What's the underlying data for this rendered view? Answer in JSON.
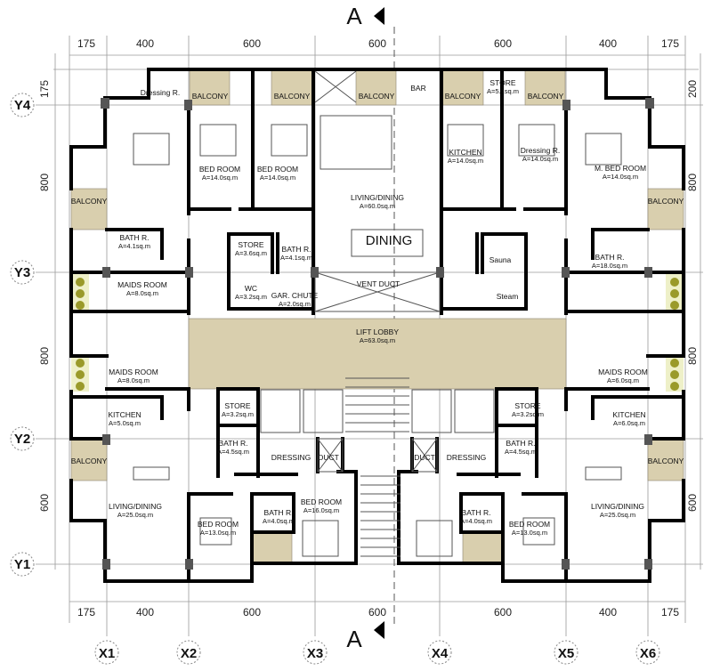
{
  "section_mark": "A",
  "grid_x": [
    "X1",
    "X2",
    "X3",
    "X4",
    "X5",
    "X6"
  ],
  "grid_y": [
    "Y4",
    "Y3",
    "Y2",
    "Y1"
  ],
  "dims_top": [
    "175",
    "400",
    "600",
    "600",
    "600",
    "400",
    "175"
  ],
  "dims_bottom": [
    "175",
    "400",
    "600",
    "600",
    "600",
    "400",
    "175"
  ],
  "dims_left": [
    "175",
    "800",
    "800",
    "600"
  ],
  "dims_right": [
    "200",
    "800",
    "800",
    "600"
  ],
  "colors": {
    "balcony": "#d9cfae",
    "wall": "#000000",
    "plant": "#9a9a2a"
  },
  "rooms": [
    {
      "label": "Dressing R.",
      "area": ""
    },
    {
      "label": "BALCONY",
      "area": ""
    },
    {
      "label": "BED ROOM",
      "area": "A=14.0sq.m"
    },
    {
      "label": "BED ROOM",
      "area": "A=14.0sq.m"
    },
    {
      "label": "BALCONY",
      "area": ""
    },
    {
      "label": "BALCONY",
      "area": ""
    },
    {
      "label": "BAR",
      "area": ""
    },
    {
      "label": "BALCONY",
      "area": ""
    },
    {
      "label": "STORE",
      "area": "A=5.1sq.m"
    },
    {
      "label": "BALCONY",
      "area": ""
    },
    {
      "label": "LIVING/DINING",
      "area": "A=60.0sq.m"
    },
    {
      "label": "DINING",
      "area": ""
    },
    {
      "label": "KITCHEN",
      "area": "A=14.0sq.m"
    },
    {
      "label": "Dressing R.",
      "area": "A=14.0sq.m"
    },
    {
      "label": "M. BED ROOM",
      "area": "A=14.0sq.m"
    },
    {
      "label": "BALCONY",
      "area": ""
    },
    {
      "label": "BALCONY",
      "area": ""
    },
    {
      "label": "BATH R.",
      "area": "A=4.1sq.m"
    },
    {
      "label": "STORE",
      "area": "A=3.6sq.m"
    },
    {
      "label": "BATH R.",
      "area": "A=4.1sq.m"
    },
    {
      "label": "Sauna",
      "area": ""
    },
    {
      "label": "Steam",
      "area": ""
    },
    {
      "label": "BATH R.",
      "area": "A=18.0sq.m"
    },
    {
      "label": "MAIDS ROOM",
      "area": "A=8.0sq.m"
    },
    {
      "label": "WC",
      "area": "A=3.2sq.m"
    },
    {
      "label": "GAR. CHUTE",
      "area": "A=2.0sq.m"
    },
    {
      "label": "VENT DUCT",
      "area": ""
    },
    {
      "label": "LIFT LOBBY",
      "area": "A=63.0sq.m"
    },
    {
      "label": "MAIDS ROOM",
      "area": "A=8.0sq.m"
    },
    {
      "label": "MAIDS ROOM",
      "area": "A=6.0sq.m"
    },
    {
      "label": "STORE",
      "area": "A=3.2sq.m"
    },
    {
      "label": "STORE",
      "area": "A=3.2sq.m"
    },
    {
      "label": "KITCHEN",
      "area": "A=5.0sq.m"
    },
    {
      "label": "KITCHEN",
      "area": "A=6.0sq.m"
    },
    {
      "label": "BATH R.",
      "area": "A=4.5sq.m"
    },
    {
      "label": "BATH R.",
      "area": "A=4.5sq.m"
    },
    {
      "label": "DRESSING",
      "area": ""
    },
    {
      "label": "DRESSING",
      "area": ""
    },
    {
      "label": "DUCT",
      "area": ""
    },
    {
      "label": "DUCT",
      "area": ""
    },
    {
      "label": "BALCONY",
      "area": ""
    },
    {
      "label": "BALCONY",
      "area": ""
    },
    {
      "label": "LIVING/DINING",
      "area": "A=25.0sq.m"
    },
    {
      "label": "LIVING/DINING",
      "area": "A=25.0sq.m"
    },
    {
      "label": "BED ROOM",
      "area": "A=16.0sq.m"
    },
    {
      "label": "BATH R.",
      "area": "A=4.0sq.m"
    },
    {
      "label": "BATH R.",
      "area": "A=4.0sq.m"
    },
    {
      "label": "BED ROOM",
      "area": "A=13.0sq.m"
    },
    {
      "label": "BED ROOM",
      "area": "A=13.0sq.m"
    }
  ]
}
